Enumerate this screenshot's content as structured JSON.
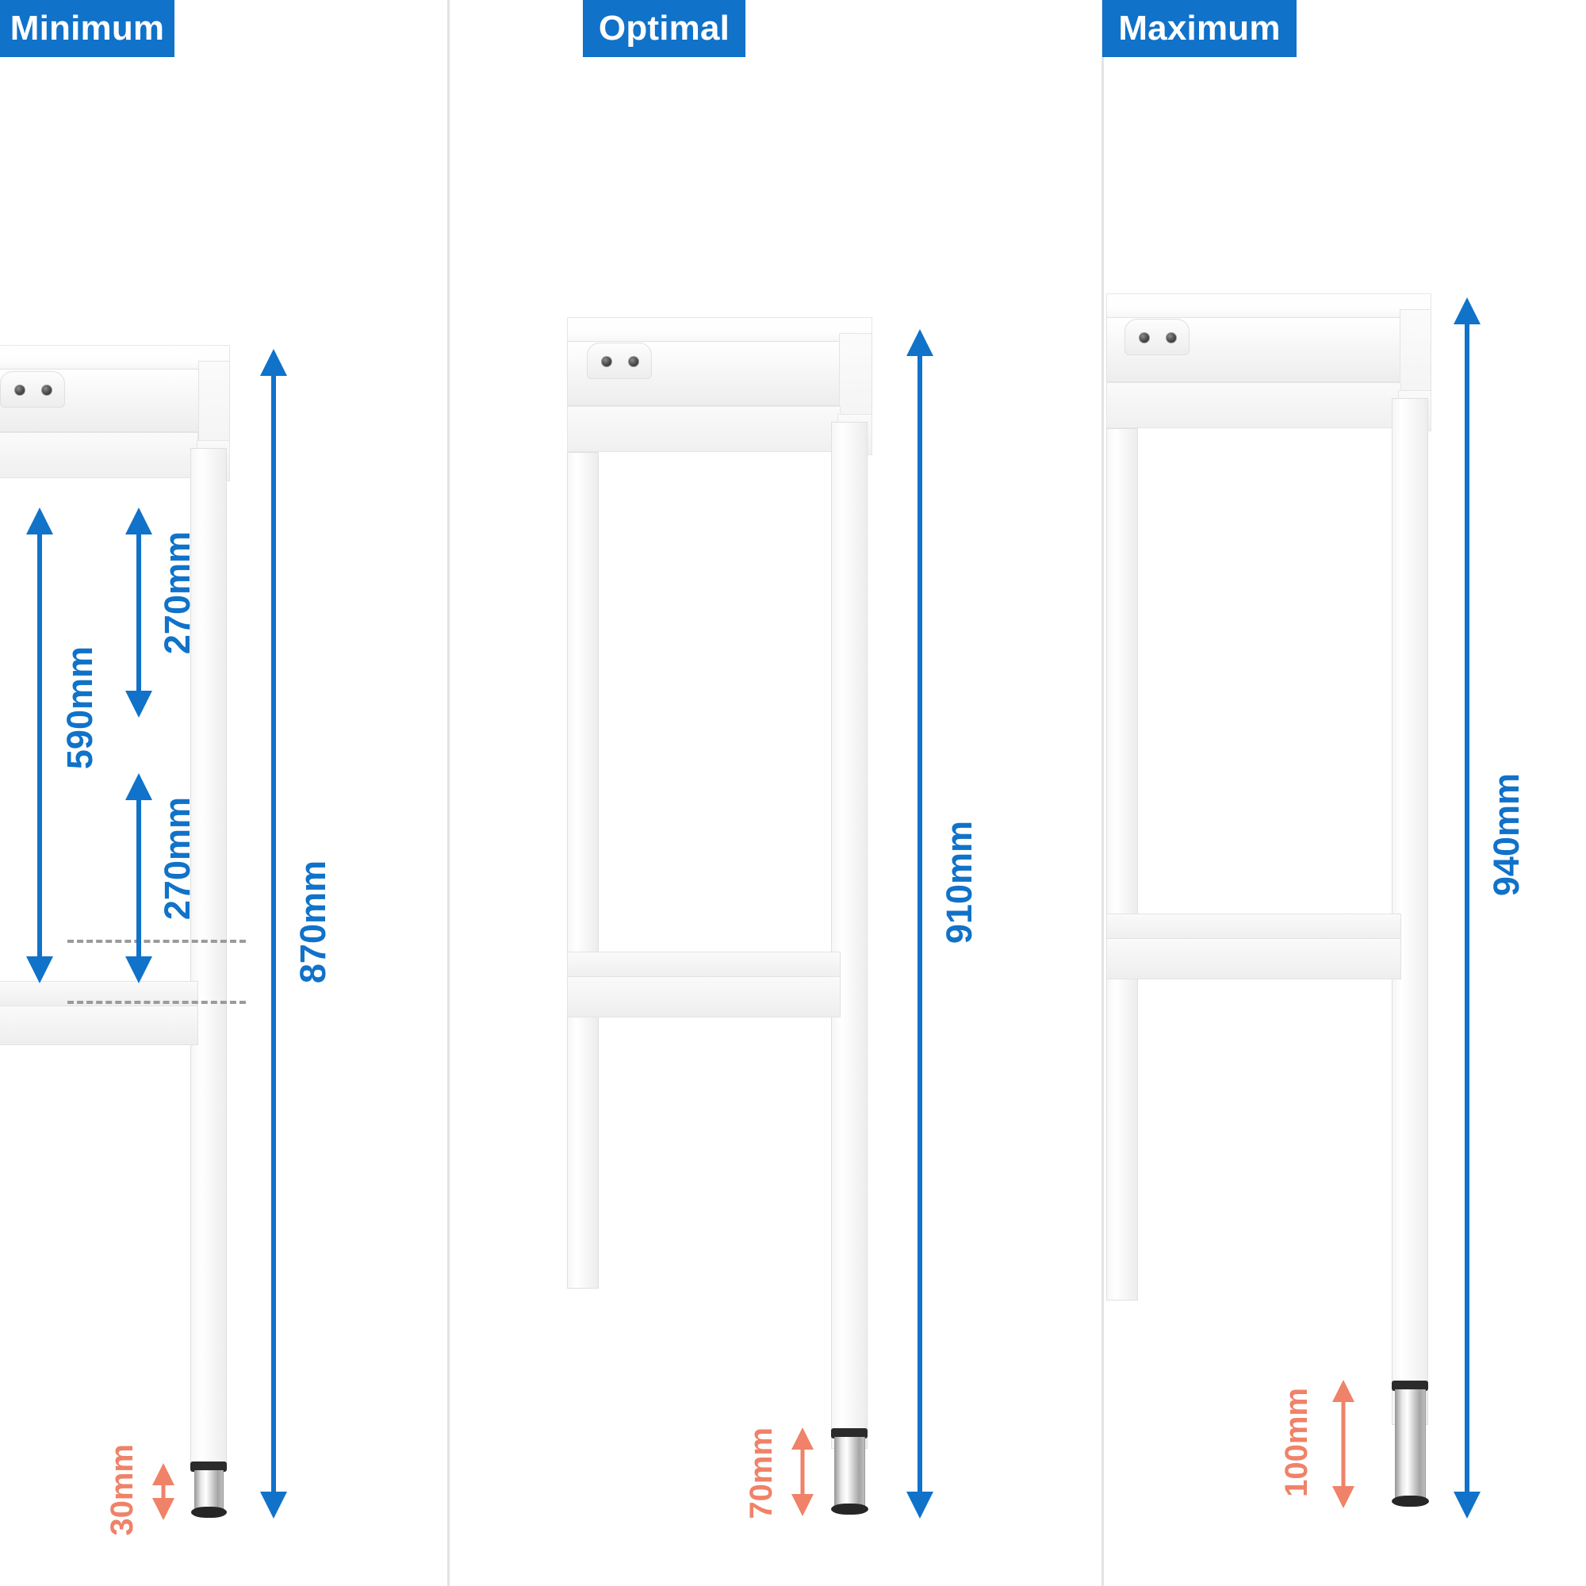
{
  "diagram": {
    "title_visible": false,
    "accent_color": "#1072c9",
    "foot_accent_color": "#ef8268",
    "unit": "mm",
    "panels": [
      {
        "id": "minimum",
        "banner_label": "Minimum",
        "total_height_label": "870mm",
        "total_height_value": 870,
        "foot_label": "30mm",
        "foot_value": 30,
        "inner_labels": [
          {
            "label": "590mm",
            "value": 590
          },
          {
            "label": "270mm",
            "value": 270
          },
          {
            "label": "270mm",
            "value": 270
          }
        ],
        "has_dashed_guides": true
      },
      {
        "id": "optimal",
        "banner_label": "Optimal",
        "total_height_label": "910mm",
        "total_height_value": 910,
        "foot_label": "70mm",
        "foot_value": 70,
        "inner_labels": [],
        "has_dashed_guides": false
      },
      {
        "id": "maximum",
        "banner_label": "Maximum",
        "total_height_label": "940mm",
        "total_height_value": 940,
        "foot_label": "100mm",
        "foot_value": 100,
        "inner_labels": [],
        "has_dashed_guides": false
      }
    ],
    "icons": {
      "bracket": "mounting-bracket-icon",
      "screw": "screw-head-icon",
      "foot": "adjustable-foot-icon",
      "arrow_up": "arrow-up-icon",
      "arrow_down": "arrow-down-icon"
    }
  }
}
